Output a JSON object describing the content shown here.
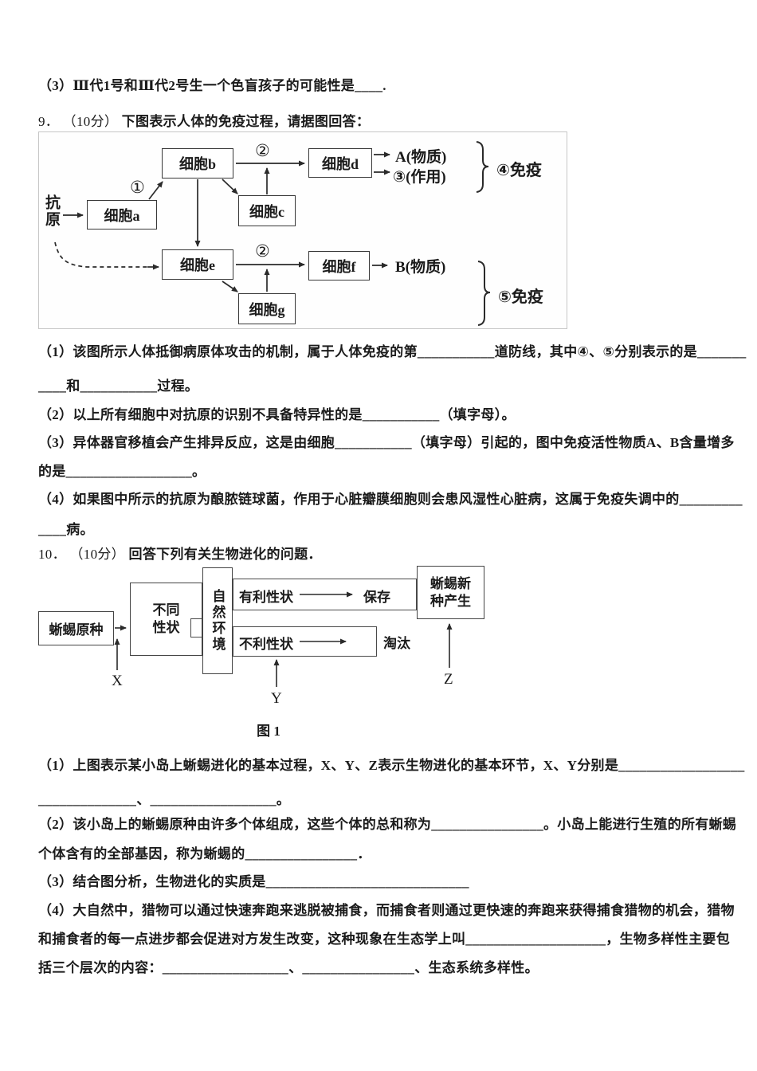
{
  "prev": {
    "part3": "（3）Ⅲ代1号和Ⅲ代2号生一个色盲孩子的可能性是____."
  },
  "q9": {
    "number": "9．",
    "points": "（10分）",
    "heading": "下图表示人体的免疫过程，请据图回答：",
    "diagram": {
      "antigen": "抗原",
      "cells": {
        "a": "细胞a",
        "b": "细胞b",
        "c": "细胞c",
        "d": "细胞d",
        "e": "细胞e",
        "f": "细胞f",
        "g": "细胞g"
      },
      "labels": {
        "num1": "①",
        "num2_top": "②",
        "num2_bottom": "②",
        "a_out": "A(物质)",
        "n3_out": "③(作用)",
        "b_out": "B(物质)",
        "immunity4": "④免疫",
        "immunity5": "⑤免疫"
      }
    },
    "lines": [
      "（1）该图所示人体抵御病原体攻击的机制，属于人体免疫的第___________道防线，其中④、⑤分别表示的是_______",
      "____和___________过程。",
      "（2）以上所有细胞中对抗原的识别不具备特异性的是___________（填字母）。",
      "（3）异体器官移植会产生排异反应，这是由细胞___________（填字母）引起的，图中免疫活性物质A、B含量增多",
      "的是__________________。",
      "（4）如果图中所示的抗原为酿脓链球菌，作用于心脏瓣膜细胞则会患风湿性心脏病，这属于免疫失调中的_________",
      "____病。"
    ]
  },
  "q10": {
    "number": "10．",
    "points": "（10分）",
    "heading": "回答下列有关生物进化的问题．",
    "diagram": {
      "origin": "蜥蜴原种",
      "traits_line1": "不同",
      "traits_line2": "性状",
      "environment": "自然环境",
      "favorable": "有利性状",
      "kept": "保存",
      "unfavorable": "不利性状",
      "eliminated": "淘汰",
      "new_species_line1": "蜥蜴新",
      "new_species_line2": "种产生",
      "x": "X",
      "y": "Y",
      "z": "Z",
      "caption": "图 1"
    },
    "lines": [
      "（1）上图表示某小岛上蜥蜴进化的基本过程，X、Y、Z表示生物进化的基本环节，X、Y分别是__________________",
      "______________、__________________。",
      "（2）该小岛上的蜥蜴原种由许多个体组成，这些个体的总和称为________________。小岛上能进行生殖的所有蜥蜴",
      "个体含有的全部基因，称为蜥蜴的________________．",
      "（3）结合图分析，生物进化的实质是_____________________________",
      "（4）大自然中，猎物可以通过快速奔跑来逃脱被捕食，而捕食者则通过更快速的奔跑来获得捕食猎物的机会，猎物",
      "和捕食者的每一点进步都会促进对方发生改变，这种现象在生态学上叫____________________，生物多样性主要包",
      "括三个层次的内容：__________________、________________、生态系统多样性。"
    ]
  }
}
